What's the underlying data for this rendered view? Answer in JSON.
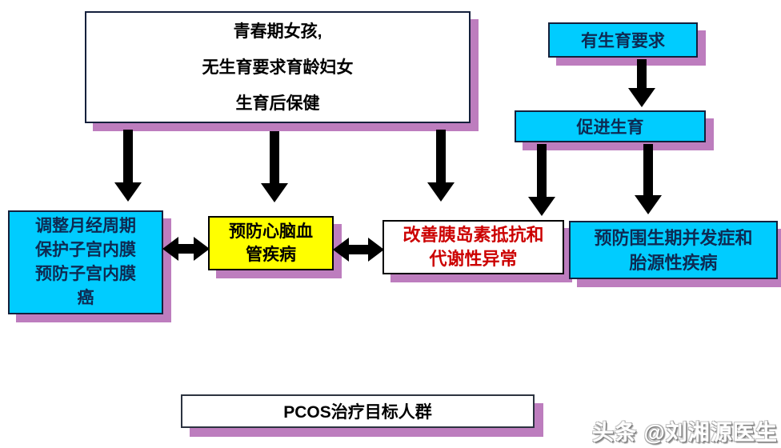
{
  "colors": {
    "cyan": "#00ccff",
    "yellow": "#ffff00",
    "shadow_purple": "#bd7dbe",
    "navy_text": "#0e2a52",
    "red_text": "#cc0000",
    "arrow_black": "#000000",
    "border_dark": "#14203c"
  },
  "diagram": {
    "top_box": {
      "text": "青春期女孩,\n无生育要求育龄妇女\n生育后保健"
    },
    "fertility_demand_box": {
      "text": "有生育要求"
    },
    "promote_fertility_box": {
      "text": "促进生育"
    },
    "menstrual_box": {
      "text": "调整月经周期\n保护子宫内膜\n预防子宫内膜\n癌"
    },
    "cardiovascular_box": {
      "text": "预防心脑血\n管疾病"
    },
    "insulin_box": {
      "text": "改善胰岛素抵抗和\n代谢性异常"
    },
    "perinatal_box": {
      "text": "预防围生期并发症和\n胎源性疾病"
    },
    "title_box": {
      "text": "PCOS治疗目标人群"
    },
    "watermark": {
      "text": "头条 @刘湘源医生"
    }
  }
}
